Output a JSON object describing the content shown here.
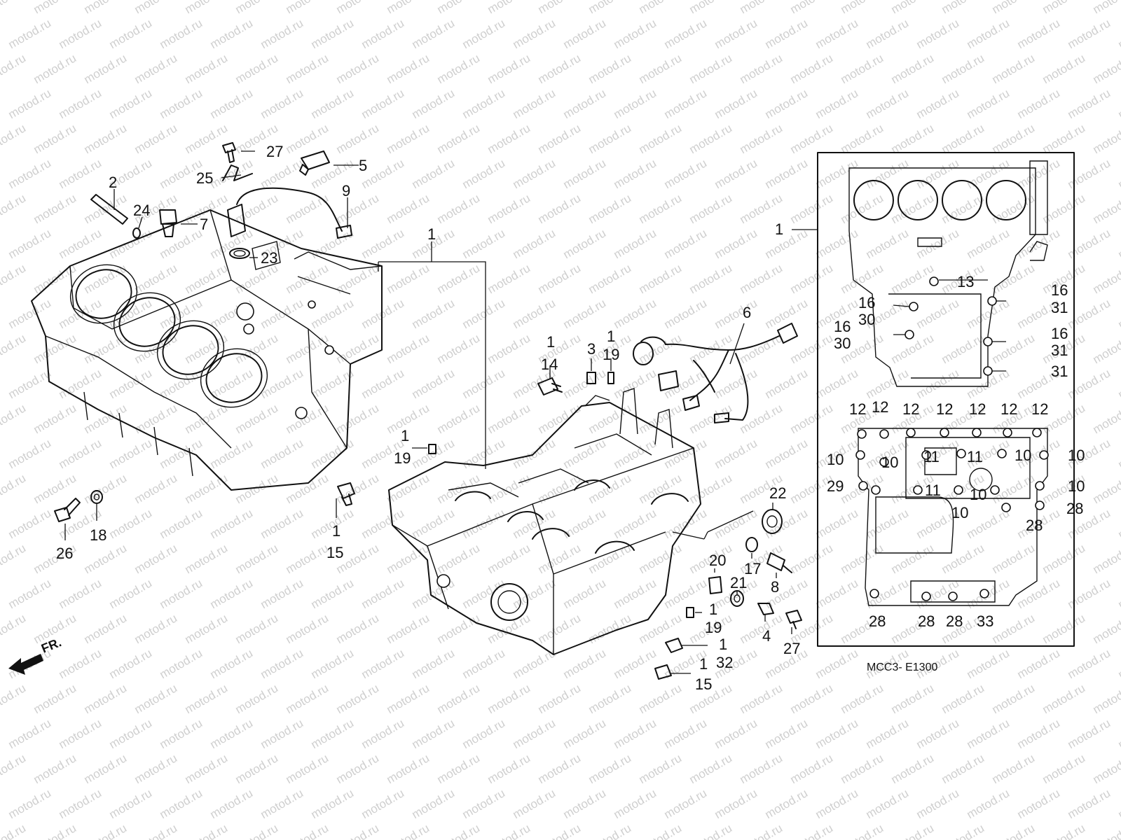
{
  "figure": {
    "diagram_code": "MCC3- E1300",
    "front_marker": "FR.",
    "watermark": "motod.ru"
  },
  "callouts": [
    {
      "id": "c-27-top",
      "text": "27"
    },
    {
      "id": "c-5",
      "text": "5"
    },
    {
      "id": "c-25",
      "text": "25"
    },
    {
      "id": "c-2",
      "text": "2"
    },
    {
      "id": "c-24",
      "text": "24"
    },
    {
      "id": "c-7",
      "text": "7"
    },
    {
      "id": "c-9",
      "text": "9"
    },
    {
      "id": "c-23",
      "text": "23"
    },
    {
      "id": "c-1-crankcase",
      "text": "1"
    },
    {
      "id": "c-1-14",
      "text": "1"
    },
    {
      "id": "c-14",
      "text": "14"
    },
    {
      "id": "c-3",
      "text": "3"
    },
    {
      "id": "c-1-19a",
      "text": "1"
    },
    {
      "id": "c-19a",
      "text": "19"
    },
    {
      "id": "c-6",
      "text": "6"
    },
    {
      "id": "c-1-19b",
      "text": "1"
    },
    {
      "id": "c-19b",
      "text": "19"
    },
    {
      "id": "c-1-15a",
      "text": "1"
    },
    {
      "id": "c-15a",
      "text": "15"
    },
    {
      "id": "c-26",
      "text": "26"
    },
    {
      "id": "c-18",
      "text": "18"
    },
    {
      "id": "c-22",
      "text": "22"
    },
    {
      "id": "c-17",
      "text": "17"
    },
    {
      "id": "c-8",
      "text": "8"
    },
    {
      "id": "c-20",
      "text": "20"
    },
    {
      "id": "c-21",
      "text": "21"
    },
    {
      "id": "c-1-19c",
      "text": "1"
    },
    {
      "id": "c-19c",
      "text": "19"
    },
    {
      "id": "c-4",
      "text": "4"
    },
    {
      "id": "c-27-bottom",
      "text": "27"
    },
    {
      "id": "c-1-32",
      "text": "1"
    },
    {
      "id": "c-32",
      "text": "32"
    },
    {
      "id": "c-1-15b",
      "text": "1"
    },
    {
      "id": "c-15b",
      "text": "15"
    },
    {
      "id": "c-1-box",
      "text": "1"
    },
    {
      "id": "c-13",
      "text": "13"
    },
    {
      "id": "c-16a",
      "text": "16"
    },
    {
      "id": "c-30a",
      "text": "30"
    },
    {
      "id": "c-16b",
      "text": "16"
    },
    {
      "id": "c-30b",
      "text": "30"
    },
    {
      "id": "c-16c",
      "text": "16"
    },
    {
      "id": "c-31a",
      "text": "31"
    },
    {
      "id": "c-16d",
      "text": "16"
    },
    {
      "id": "c-31b",
      "text": "31"
    },
    {
      "id": "c-31c",
      "text": "31"
    },
    {
      "id": "c-12a",
      "text": "12"
    },
    {
      "id": "c-12b",
      "text": "12"
    },
    {
      "id": "c-12c",
      "text": "12"
    },
    {
      "id": "c-12d",
      "text": "12"
    },
    {
      "id": "c-12e",
      "text": "12"
    },
    {
      "id": "c-12f",
      "text": "12"
    },
    {
      "id": "c-12g",
      "text": "12"
    },
    {
      "id": "c-10a",
      "text": "10"
    },
    {
      "id": "c-10b",
      "text": "10"
    },
    {
      "id": "c-11a",
      "text": "11"
    },
    {
      "id": "c-11b",
      "text": "11"
    },
    {
      "id": "c-10c",
      "text": "10"
    },
    {
      "id": "c-10d",
      "text": "10"
    },
    {
      "id": "c-29",
      "text": "29"
    },
    {
      "id": "c-11c",
      "text": "11"
    },
    {
      "id": "c-10e",
      "text": "10"
    },
    {
      "id": "c-10f",
      "text": "10"
    },
    {
      "id": "c-10g",
      "text": "10"
    },
    {
      "id": "c-28a",
      "text": "28"
    },
    {
      "id": "c-28b",
      "text": "28"
    },
    {
      "id": "c-28c",
      "text": "28"
    },
    {
      "id": "c-28d",
      "text": "28"
    },
    {
      "id": "c-28e",
      "text": "28"
    },
    {
      "id": "c-33",
      "text": "33"
    }
  ]
}
